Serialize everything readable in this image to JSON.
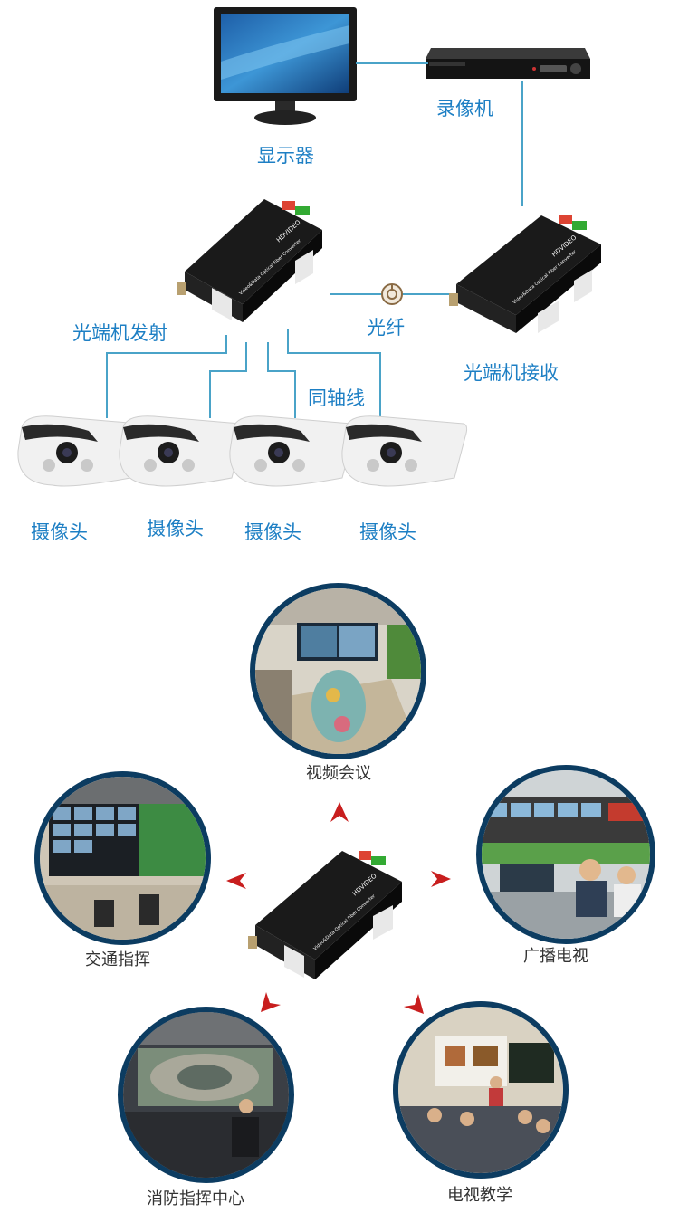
{
  "top_diagram": {
    "monitor_label": "显示器",
    "dvr_label": "录像机",
    "transmitter_label": "光端机发射",
    "receiver_label": "光端机接收",
    "fiber_label": "光纤",
    "coax_label": "同轴线",
    "camera_labels": [
      "摄像头",
      "摄像头",
      "摄像头",
      "摄像头"
    ],
    "device_brand": "HDVIDEO",
    "device_caption": "Video&Data Optical Fiber Converter"
  },
  "applications": {
    "items": [
      {
        "label": "视频会议",
        "scene": "video-conference"
      },
      {
        "label": "广播电视",
        "scene": "broadcast-tv"
      },
      {
        "label": "电视教学",
        "scene": "tv-teaching"
      },
      {
        "label": "消防指挥中心",
        "scene": "fire-command-center"
      },
      {
        "label": "交通指挥",
        "scene": "traffic-command"
      }
    ]
  },
  "colors": {
    "label_blue": "#1d7fc4",
    "connector_line": "#4aa3c8",
    "circle_border": "#0c3c61",
    "arrow_red": "#c81e1e",
    "device_body": "#111111"
  }
}
